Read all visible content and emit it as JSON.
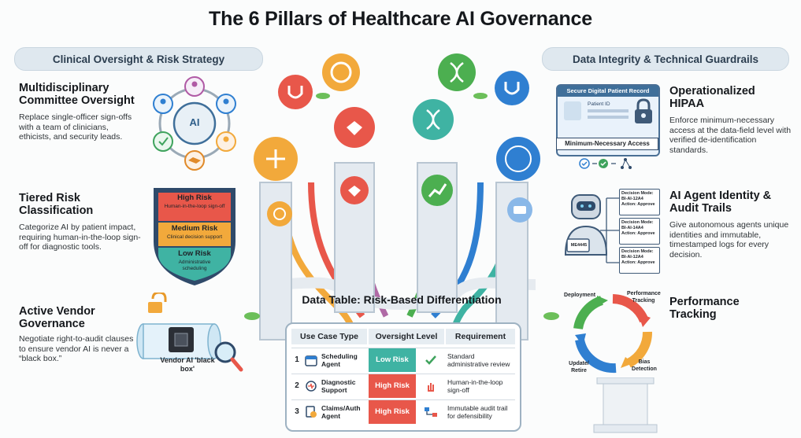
{
  "title": "The 6 Pillars of Healthcare AI Governance",
  "left_pill": "Clinical Oversight & Risk Strategy",
  "right_pill": "Data Integrity & Technical Guardrails",
  "left_items": [
    {
      "heading": "Multidisciplinary Committee Oversight",
      "desc": "Replace single-officer sign-offs with a team of clinicians, ethicists, and security leads."
    },
    {
      "heading": "Tiered Risk Classification",
      "desc": "Categorize AI by patient impact, requiring human-in-the-loop sign-off for diagnostic tools."
    },
    {
      "heading": "Active Vendor Governance",
      "desc": "Negotiate right-to-audit clauses to ensure vendor AI is never a “black box.”"
    }
  ],
  "right_items": [
    {
      "heading": "Operationalized HIPAA",
      "desc": "Enforce minimum-necessary access at the data-field level with verified de-identification standards."
    },
    {
      "heading": "AI Agent Identity & Audit Trails",
      "desc": "Give autonomous agents unique identities and immutable, timestamped logs for every decision."
    },
    {
      "heading": "Performance Tracking",
      "desc": ""
    }
  ],
  "committee_center": "AI",
  "shield": {
    "high": {
      "label": "High Risk",
      "sub": "Human-in-the-loop sign-off",
      "color": "#e8574a"
    },
    "medium": {
      "label": "Medium Risk",
      "sub": "Clinical decision support",
      "color": "#f2a93b"
    },
    "low": {
      "label": "Low Risk",
      "sub": "Administrative scheduling",
      "color": "#3fb3a3"
    }
  },
  "vendor_label": "Vendor AI 'black box'",
  "record": {
    "title": "Secure Digital Patient Record",
    "patient_field": "Patient ID",
    "access": "Minimum-Necessary Access"
  },
  "audit_logs": [
    {
      "mode": "Decision Mode:",
      "id": "BI-AI-12A4",
      "action": "Action: Approve"
    },
    {
      "mode": "Decision Mode:",
      "id": "BI-AI-14A4",
      "action": "Action: Approve"
    },
    {
      "mode": "Decision Mode:",
      "id": "BI-AI-12A4",
      "action": "Action: Approve"
    }
  ],
  "agent_badge": "ME4445",
  "cycle_labels": [
    "Deployment",
    "Performance Tracking",
    "Bias Detection",
    "Update/ Retire"
  ],
  "table": {
    "title": "Data Table: Risk-Based Differentiation",
    "headers": [
      "Use Case Type",
      "Oversight Level",
      "Requirement"
    ],
    "rows": [
      {
        "num": "1",
        "use": "Scheduling Agent",
        "level": "Low Risk",
        "req": "Standard administrative review",
        "color": "#3fb3a3",
        "icon": "check-icon"
      },
      {
        "num": "2",
        "use": "Diagnostic Support",
        "level": "High Risk",
        "req": "Human-in-the-loop sign-off",
        "color": "#e8574a",
        "icon": "hand-icon"
      },
      {
        "num": "3",
        "use": "Claims/Auth Agent",
        "level": "High Risk",
        "req": "Immutable audit trail for defensibility",
        "color": "#e8574a",
        "icon": "audit-trail-icon"
      }
    ]
  },
  "colors": {
    "teal": "#3fb3a3",
    "orange": "#f2a93b",
    "red": "#e8574a",
    "green": "#4caf50",
    "blue": "#2f7fd1",
    "pillar": "#dfe6ec"
  }
}
